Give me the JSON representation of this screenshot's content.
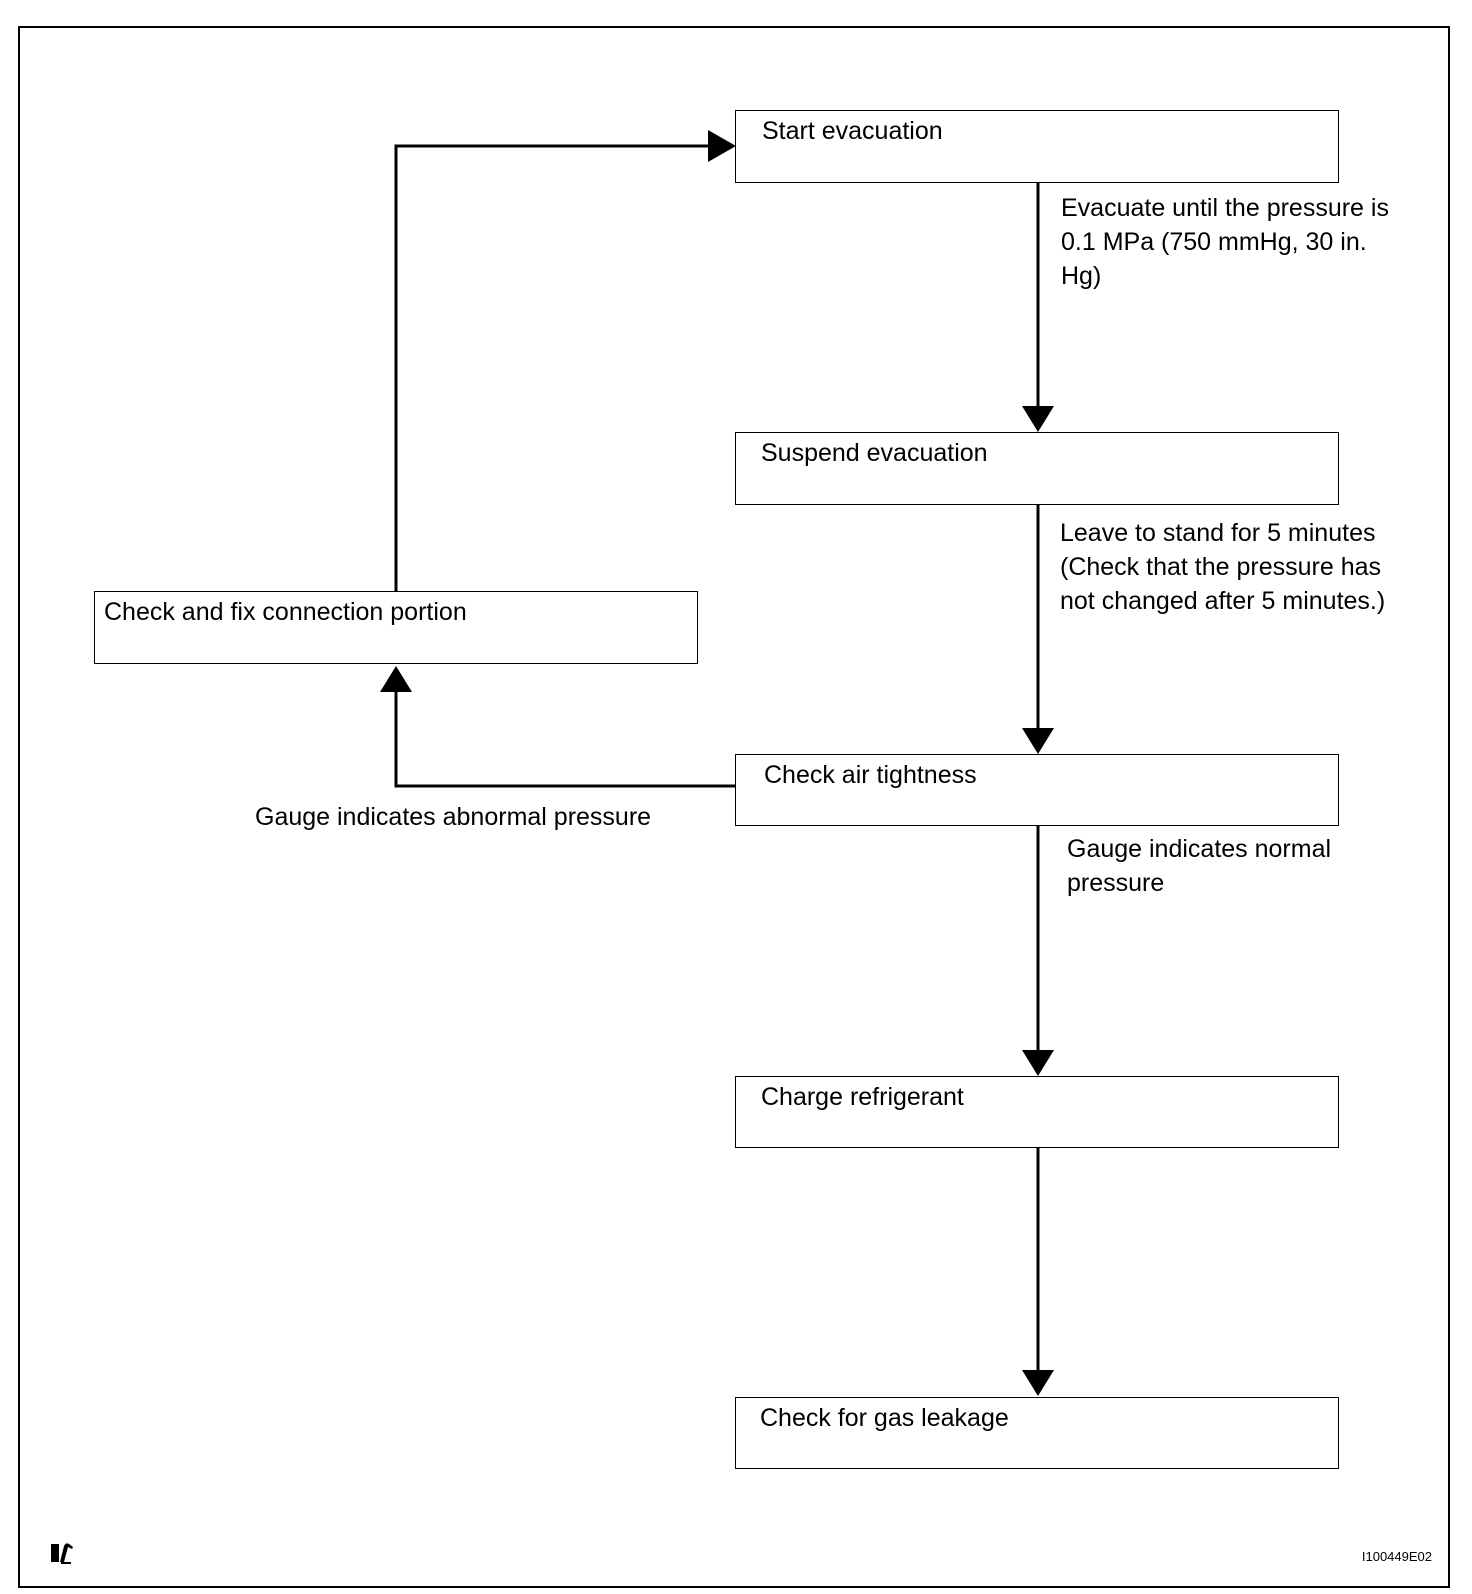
{
  "steps": {
    "start": "Start evacuation",
    "suspend": "Suspend evacuation",
    "check_air": "Check air tightness",
    "charge": "Charge refrigerant",
    "leak": "Check for gas leakage",
    "fix": "Check and fix connection portion"
  },
  "notes": {
    "evacuate": [
      "Evacuate until the pressure is",
      "0.1 MPa (750 mmHg, 30 in.",
      "Hg)"
    ],
    "stand": [
      "Leave to stand for 5 minutes",
      "(Check that the pressure has",
      "not changed after 5 minutes.)"
    ],
    "normal": [
      "Gauge indicates normal",
      "pressure"
    ],
    "abnormal": "Gauge indicates abnormal pressure"
  },
  "figure_code": "I100449E02",
  "colors": {
    "line": "#000000",
    "background": "#ffffff"
  },
  "logo_icon": "pencil-logo-icon"
}
